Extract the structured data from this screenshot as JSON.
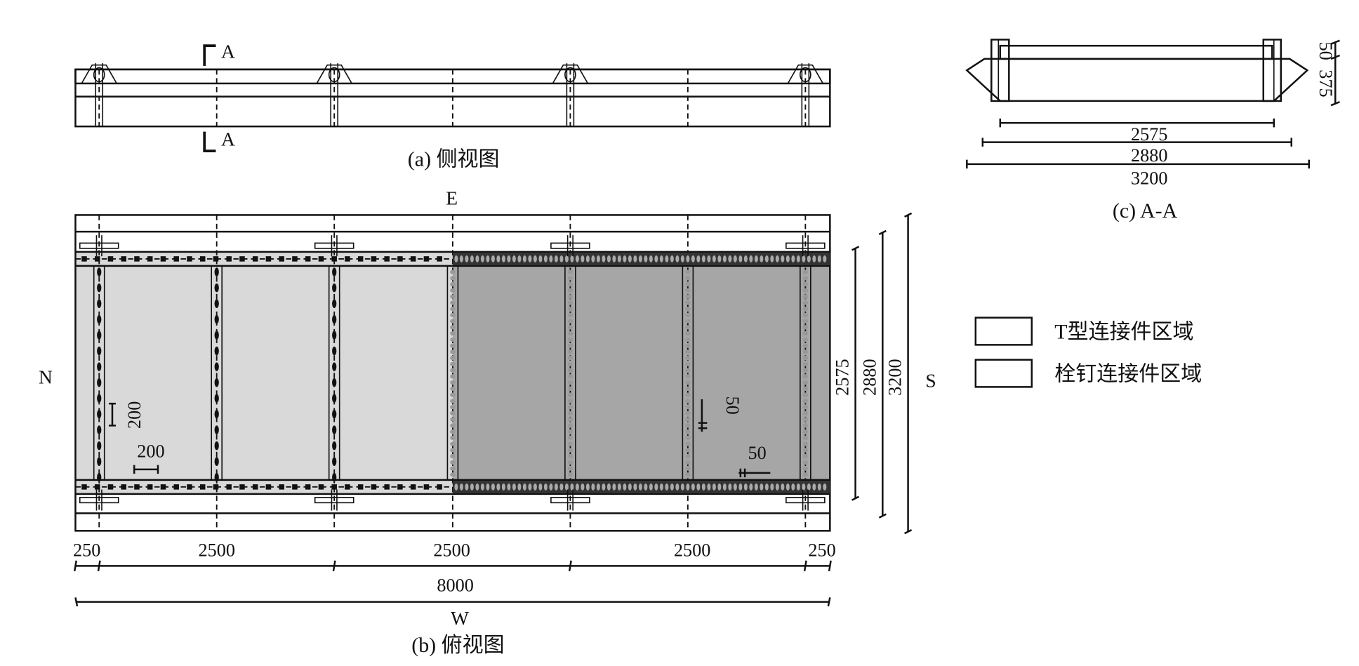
{
  "side_view": {
    "caption": "(a)  侧视图",
    "section_mark": "A"
  },
  "top_view": {
    "caption": "(b) 俯视图",
    "directions": {
      "north": "N",
      "south": "S",
      "east": "E",
      "west": "W"
    },
    "bottom_dims": [
      "250",
      "2500",
      "2500",
      "2500",
      "250"
    ],
    "total_length": "8000",
    "right_dims": [
      "2575",
      "2880",
      "3200"
    ],
    "t_spacing_v": "200",
    "t_spacing_h": "200",
    "stud_spacing_v": "50",
    "stud_spacing_h": "50"
  },
  "section_view": {
    "caption": "(c) A-A",
    "widths": [
      "2575",
      "2880",
      "3200"
    ],
    "heights": [
      "50",
      "375"
    ]
  },
  "legend": [
    {
      "label": "T型连接件区域",
      "color": "#d9d9d9"
    },
    {
      "label": "栓钉连接件区域",
      "color": "#a6a6a6"
    }
  ]
}
